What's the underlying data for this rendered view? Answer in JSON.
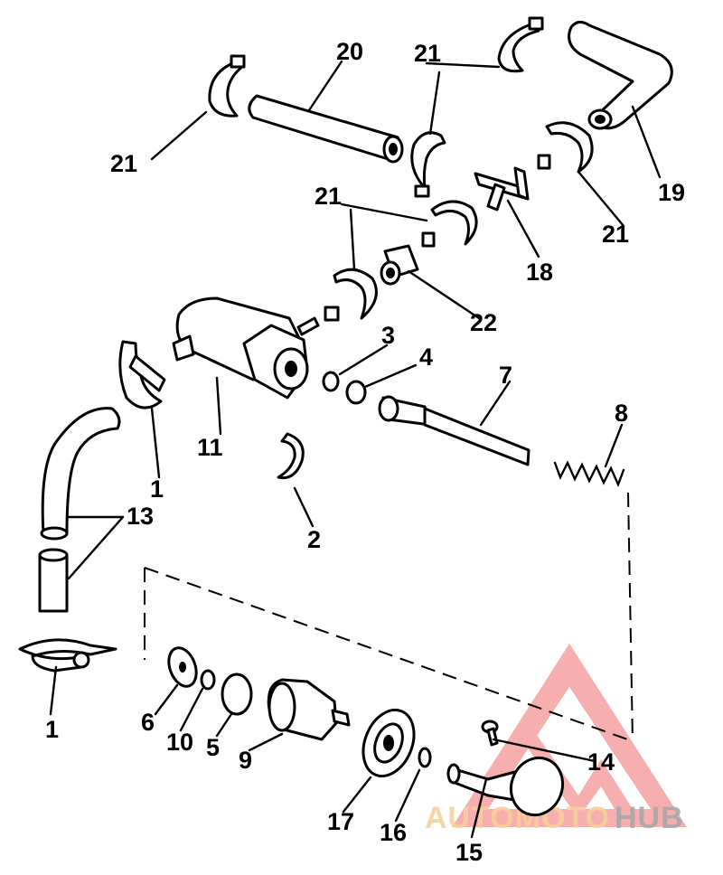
{
  "callouts": {
    "c1a": "1",
    "c1b": "1",
    "c2": "2",
    "c3": "3",
    "c4": "4",
    "c5": "5",
    "c6": "6",
    "c7": "7",
    "c8": "8",
    "c9": "9",
    "c10": "10",
    "c11": "11",
    "c13": "13",
    "c14": "14",
    "c15": "15",
    "c16": "16",
    "c17": "17",
    "c18": "18",
    "c19": "19",
    "c20": "20",
    "c21a": "21",
    "c21b": "21",
    "c21c": "21",
    "c21d": "21",
    "c22": "22"
  },
  "watermark": {
    "part1": "AUTOMOTO",
    "part2": "HUB",
    "color_primary": "#f5a0a0",
    "color_secondary": "#f7c98a",
    "color_tertiary": "#9a9a9a"
  }
}
